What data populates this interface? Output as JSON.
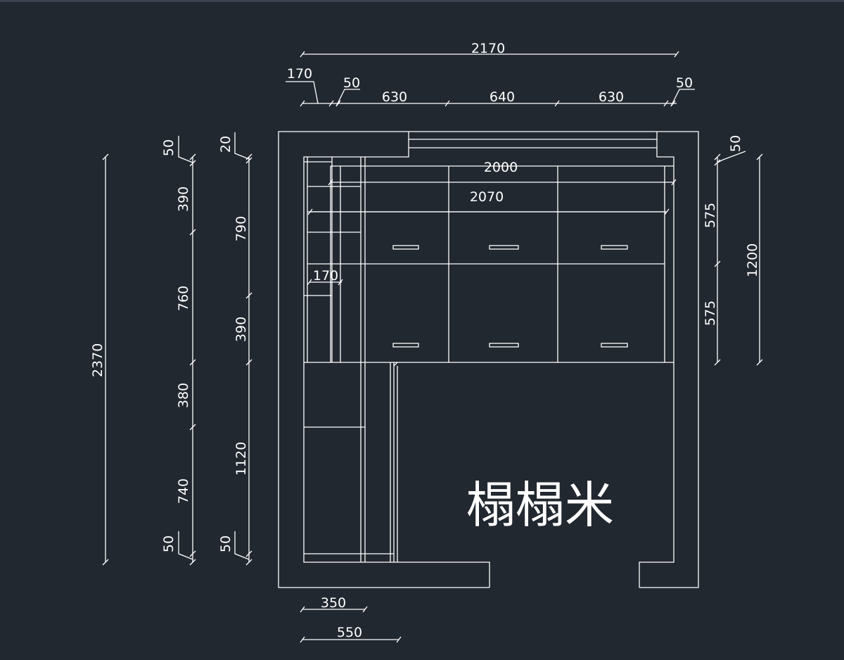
{
  "drawing": {
    "title": "榻榻米",
    "line_color": "#ffffff",
    "background": "#212830"
  },
  "dimensions": {
    "top": {
      "total": "2170",
      "left_offset": "170",
      "left_wall": "50",
      "seg1": "630",
      "seg2": "640",
      "seg3": "630",
      "right_wall": "50"
    },
    "inner": {
      "width_2000": "2000",
      "width_2070": "2070",
      "side_170": "170"
    },
    "left_outer": {
      "total": "2370"
    },
    "left_chain": {
      "d50_top": "50",
      "d390": "390",
      "d760": "760",
      "d380": "380",
      "d740": "740",
      "d50_bottom": "50"
    },
    "left_inner_chain": {
      "d20": "20",
      "d790": "790",
      "d390": "390",
      "d1120": "1120",
      "d50": "50"
    },
    "right": {
      "d50": "50",
      "d575_top": "575",
      "d575_bottom": "575",
      "total": "1200"
    },
    "bottom": {
      "d350": "350",
      "d550": "550"
    }
  }
}
